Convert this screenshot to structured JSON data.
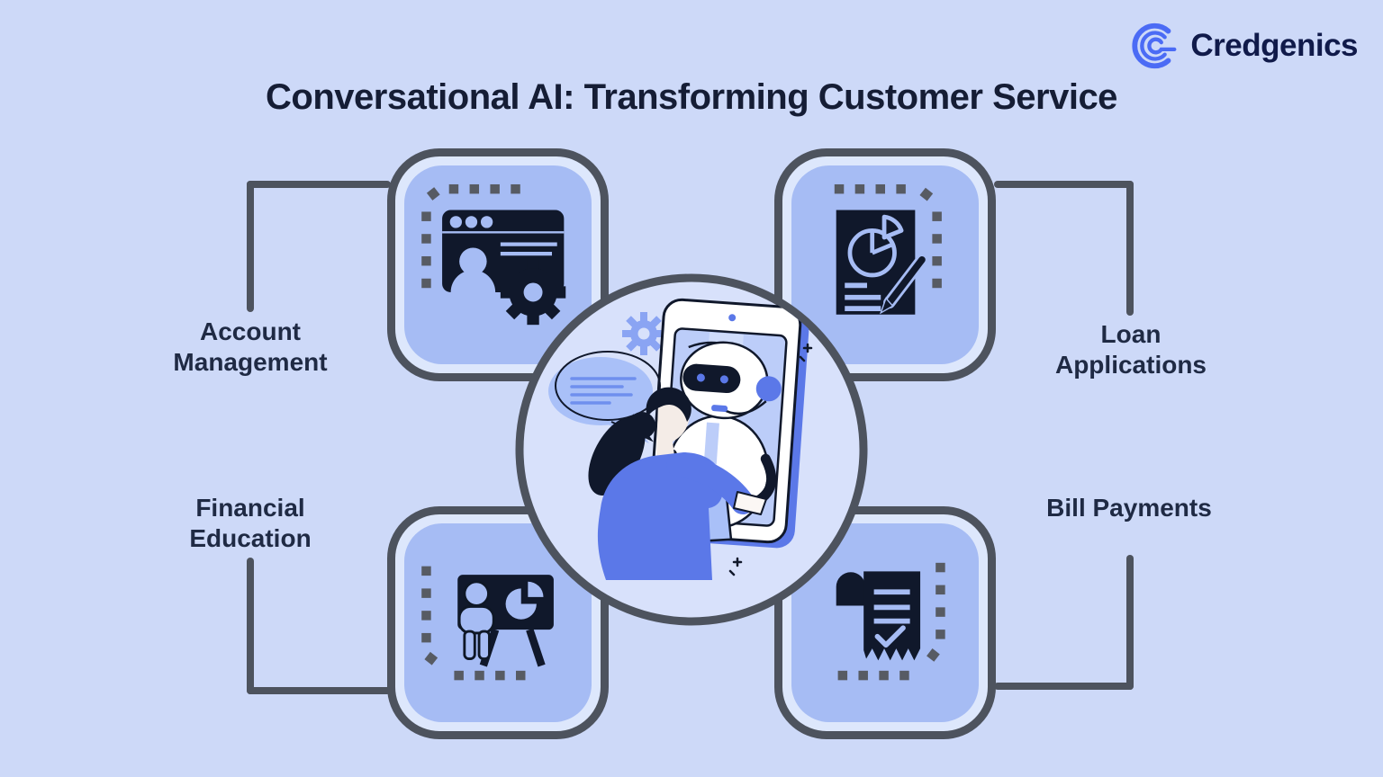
{
  "header": {
    "title": "Conversational AI: Transforming Customer Service",
    "brand": "Credgenics"
  },
  "nodes": [
    {
      "id": "account-management",
      "label": "Account Management",
      "icon": "user-settings-window-icon",
      "position": "top-left"
    },
    {
      "id": "loan-applications",
      "label": "Loan Applications",
      "icon": "document-pie-chart-pen-icon",
      "position": "top-right"
    },
    {
      "id": "financial-education",
      "label": "Financial Education",
      "icon": "presentation-trainer-icon",
      "position": "bottom-left"
    },
    {
      "id": "bill-payments",
      "label": "Bill Payments",
      "icon": "receipt-checkmark-icon",
      "position": "bottom-right"
    }
  ],
  "center": {
    "illustration": "woman chatting with AI chatbot robot on tablet, speech bubble and gear"
  },
  "colors": {
    "bg": "#cdd9f8",
    "box-bg": "#dde7fc",
    "inner": "#a6bcf4",
    "line": "#4d535e",
    "dark": "#10182b",
    "title": "#151d35",
    "label": "#1f2a44",
    "accent": "#5b78e8",
    "bubble": "#a9c0f8",
    "screen": "#bccdf9",
    "circle": "#d8e1fb",
    "dash": "#575b63",
    "logo-blue": "#4b6bf5",
    "logo-text": "#101a4a",
    "skin": "#f4ece7"
  }
}
